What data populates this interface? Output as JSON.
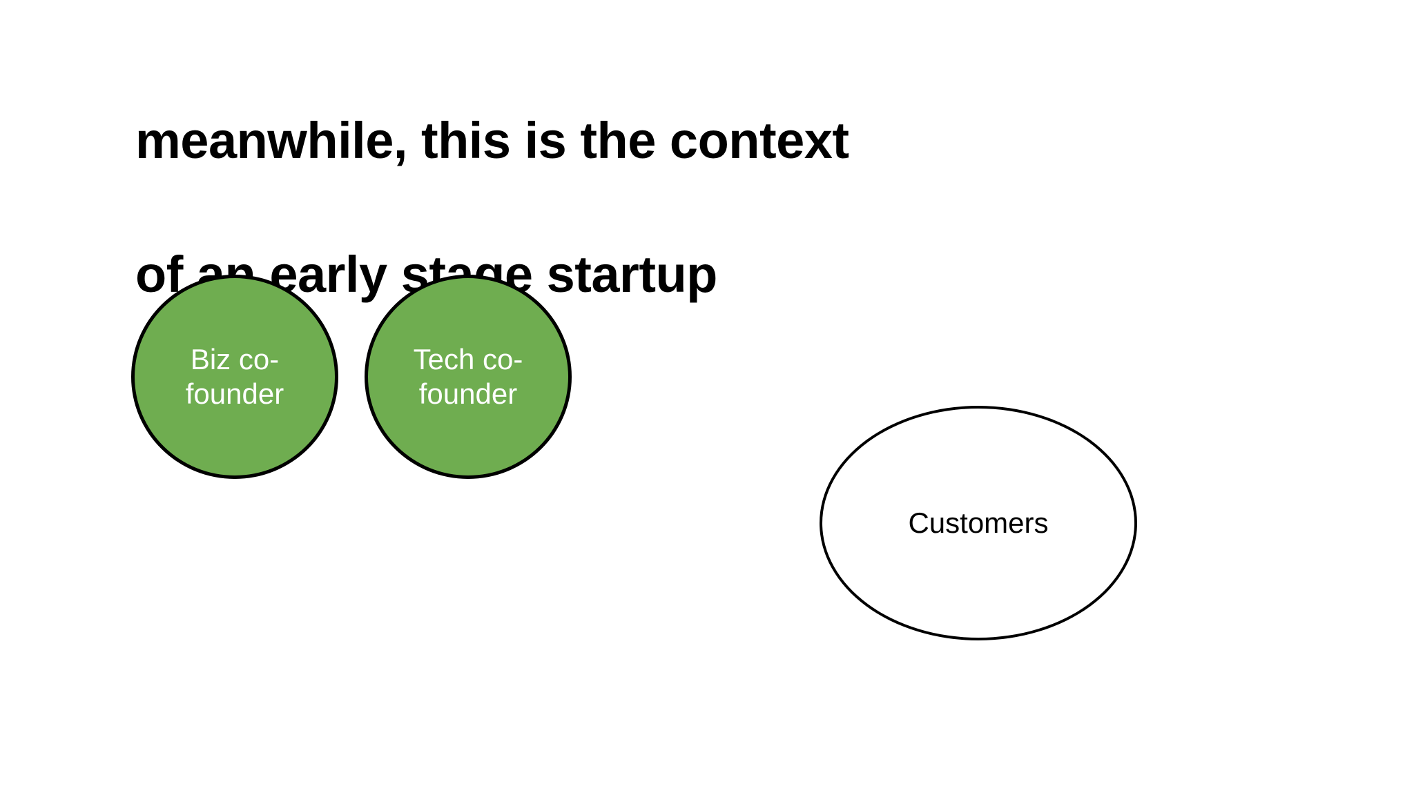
{
  "slide": {
    "background_color": "#FFFFFF",
    "title": {
      "line1": "meanwhile, this is the context",
      "line2": "of an early stage startup",
      "color": "#000000"
    },
    "diagram": {
      "nodes": [
        {
          "id": "biz-cofounder",
          "label": "Biz co-founder",
          "shape": "circle",
          "fill": "#6FAD50",
          "stroke": "#000000",
          "text_color": "#FFFFFF"
        },
        {
          "id": "tech-cofounder",
          "label": "Tech co-founder",
          "shape": "circle",
          "fill": "#6FAD50",
          "stroke": "#000000",
          "text_color": "#FFFFFF"
        },
        {
          "id": "customers",
          "label": "Customers",
          "shape": "ellipse",
          "fill": "#FFFFFF",
          "stroke": "#000000",
          "text_color": "#000000"
        }
      ]
    }
  }
}
